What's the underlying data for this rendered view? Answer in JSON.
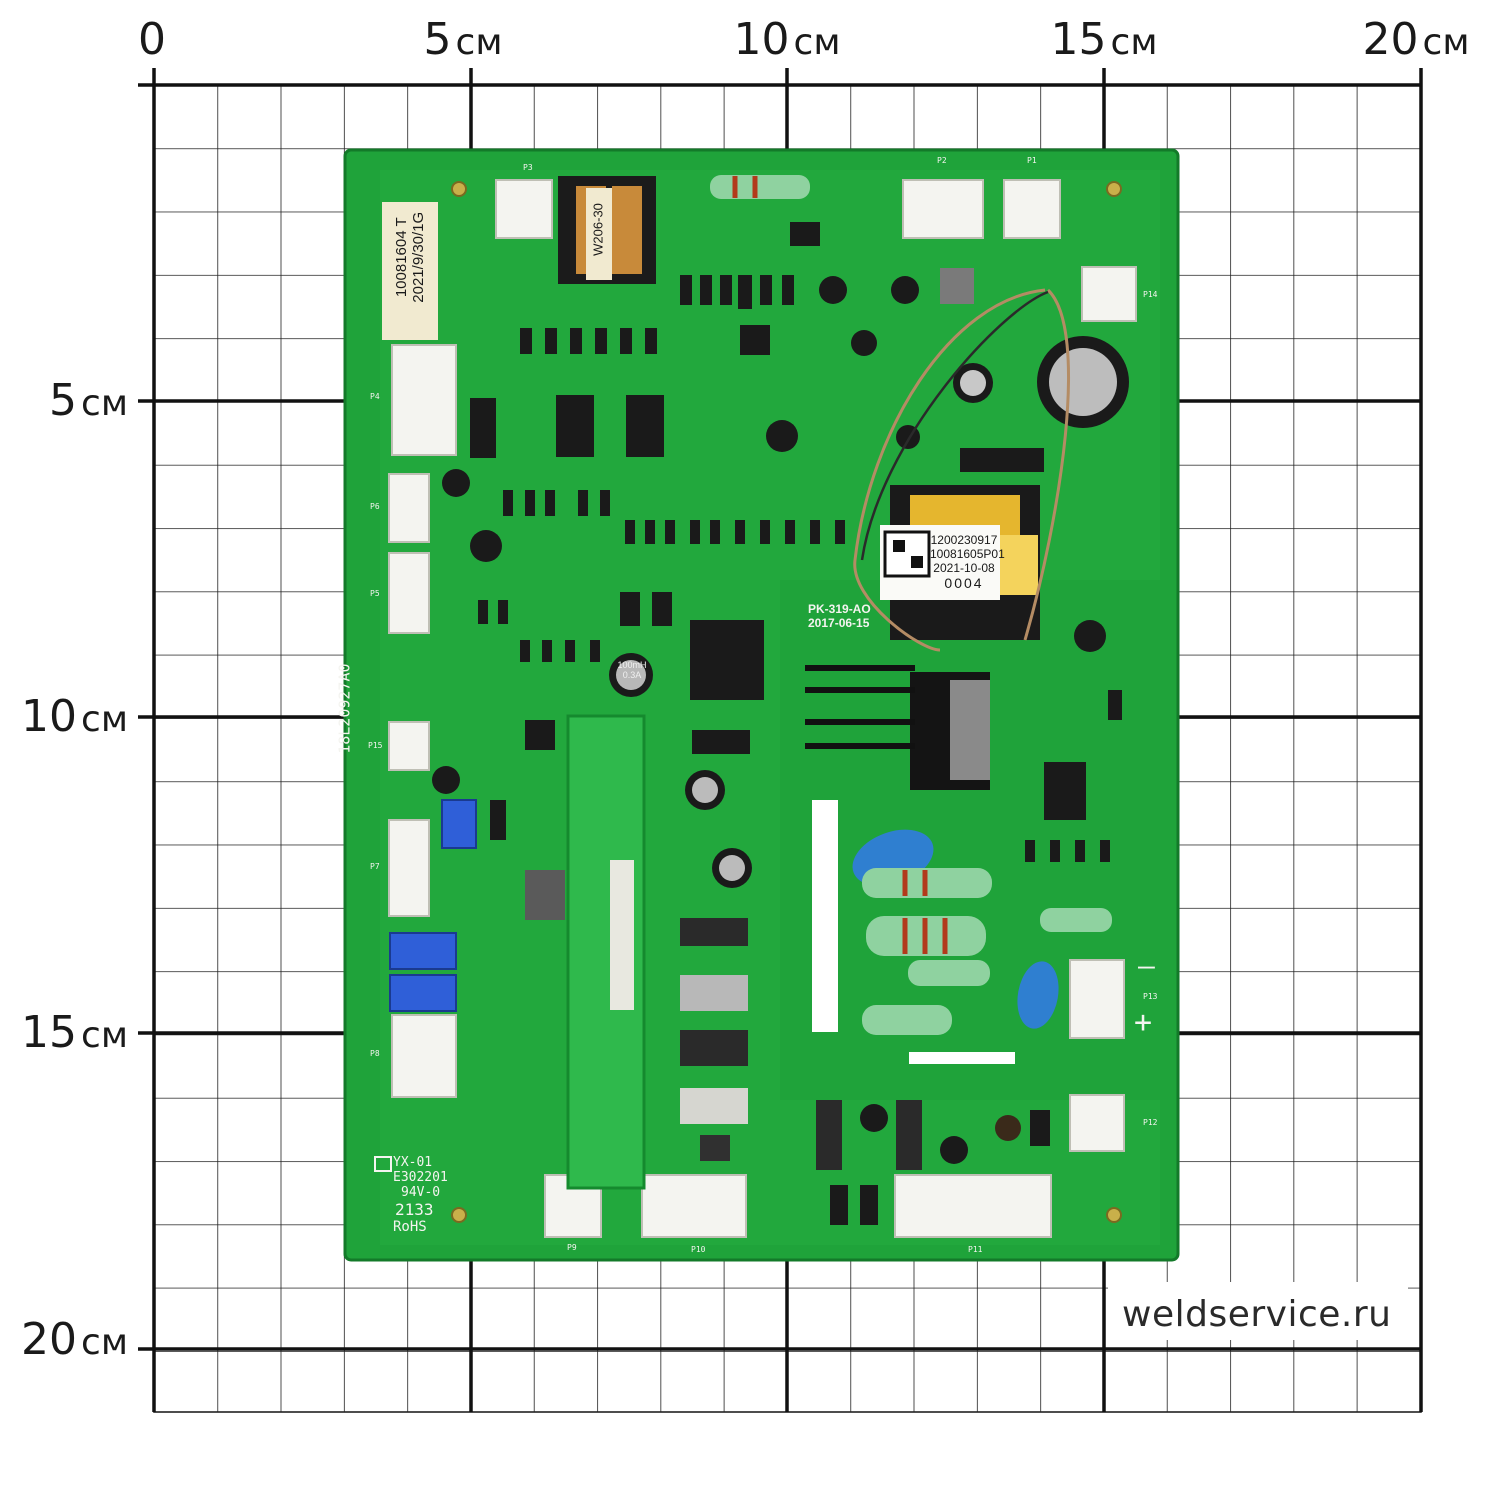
{
  "ruler": {
    "top_ticks": [
      {
        "num": "0",
        "unit": ""
      },
      {
        "num": "5",
        "unit": "см"
      },
      {
        "num": "10",
        "unit": "см"
      },
      {
        "num": "15",
        "unit": "см"
      },
      {
        "num": "20",
        "unit": "см"
      }
    ],
    "left_ticks": [
      {
        "num": "5",
        "unit": "см"
      },
      {
        "num": "10",
        "unit": "см"
      },
      {
        "num": "15",
        "unit": "см"
      },
      {
        "num": "20",
        "unit": "см"
      }
    ]
  },
  "watermark": "weldservice.ru",
  "board": {
    "color": "#1fa33a",
    "sticker_top_left": {
      "line1": "10081604 T",
      "line2": "2021/9/30/1G"
    },
    "choke_label": "W206-30",
    "transformer_sticker": {
      "line1": "1200230917",
      "line2": "10081605P01",
      "line3": "2021-10-08",
      "line4": "0004"
    },
    "board_mark": {
      "line1": "PK-319-AO",
      "line2": "2017-06-15"
    },
    "side_code": "18L20927A0",
    "bottom_marks": {
      "line1": "YX-01",
      "line2": "E302201",
      "line3": "94V-0",
      "line4": "2133",
      "line5": "RoHS"
    },
    "inductor_label": {
      "line1": "100mH",
      "line2": "0.3A"
    },
    "connectors": [
      "P1",
      "P2",
      "P3",
      "P4",
      "P5",
      "P6",
      "P7",
      "P8",
      "P9",
      "P10",
      "P11",
      "P12",
      "P13",
      "P14",
      "P15"
    ],
    "polarity": {
      "minus": "–",
      "plus": "+"
    }
  }
}
